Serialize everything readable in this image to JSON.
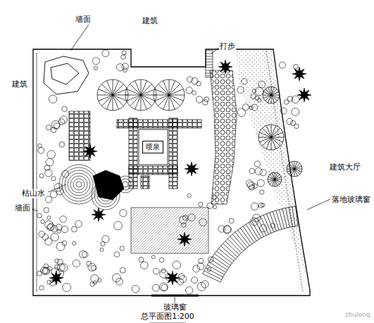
{
  "diagram": {
    "caption": "总平面图1:200",
    "nodes": [
      {
        "text": [
          "喷泉"
        ]
      }
    ],
    "labels": [
      "建筑",
      "墙面",
      "打步",
      "建筑",
      "建筑大厅",
      "落地玻璃窗",
      "枯山水",
      "墙面",
      "玻璃窗",
      "zhulong"
    ]
  }
}
